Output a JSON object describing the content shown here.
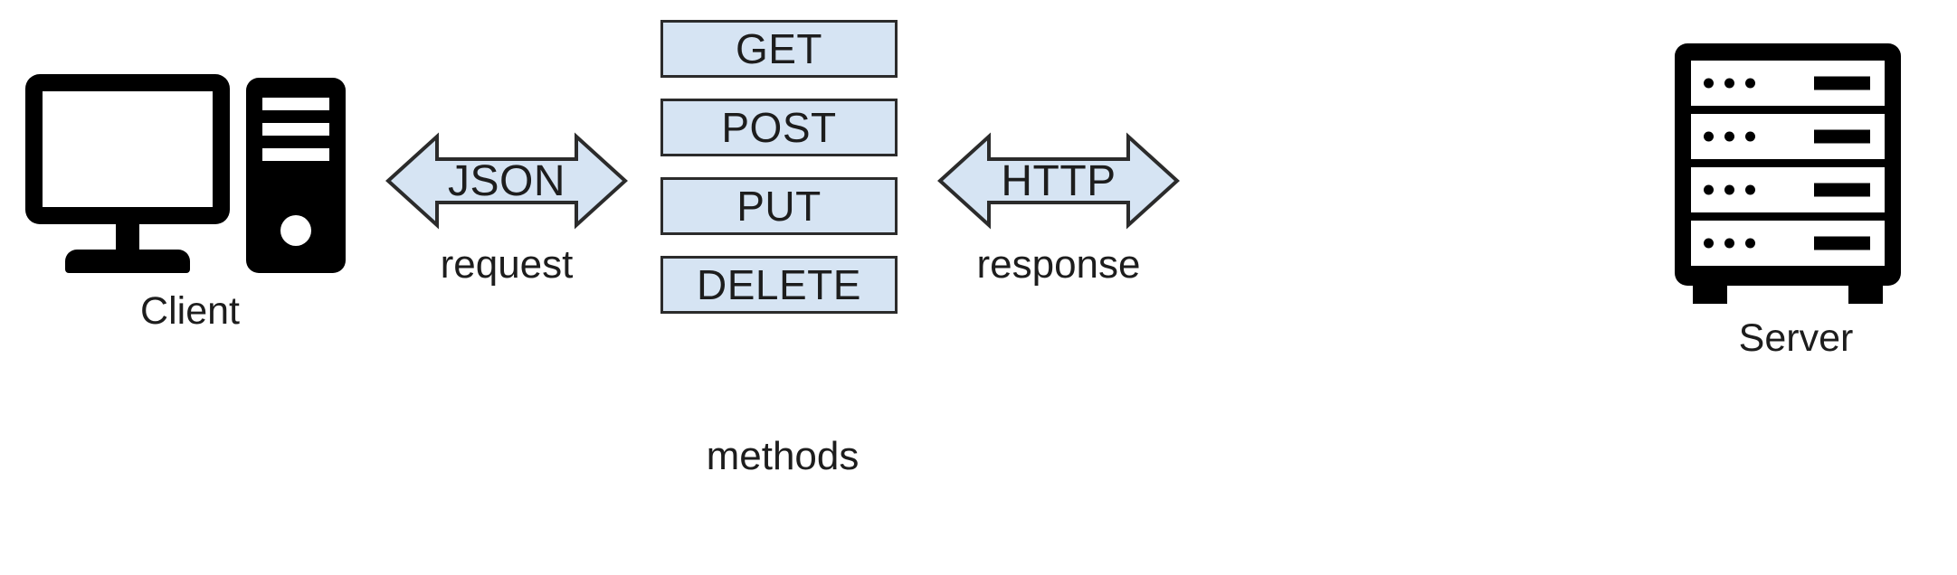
{
  "diagram": {
    "title": "REST client-server request/response",
    "background": "#ffffff",
    "accent_fill": "#d6e4f3",
    "outline_color": "#2b2b2b",
    "text_color": "#1d1d1d"
  },
  "client": {
    "label": "Client",
    "icon": "desktop-computer-icon",
    "monitor_icon": "monitor-icon",
    "tower_icon": "computer-tower-icon"
  },
  "server": {
    "label": "Server",
    "icon": "server-rack-icon",
    "bays": 4,
    "dots_per_bay": 3
  },
  "arrows": [
    {
      "id": "json",
      "text": "JSON",
      "caption": "request",
      "direction": "bidirectional",
      "icon": "double-arrow-icon"
    },
    {
      "id": "http",
      "text": "HTTP",
      "caption": "response",
      "direction": "bidirectional",
      "icon": "double-arrow-icon"
    }
  ],
  "methods": {
    "caption": "methods",
    "items": [
      {
        "label": "GET"
      },
      {
        "label": "POST"
      },
      {
        "label": "PUT"
      },
      {
        "label": "DELETE"
      }
    ]
  }
}
